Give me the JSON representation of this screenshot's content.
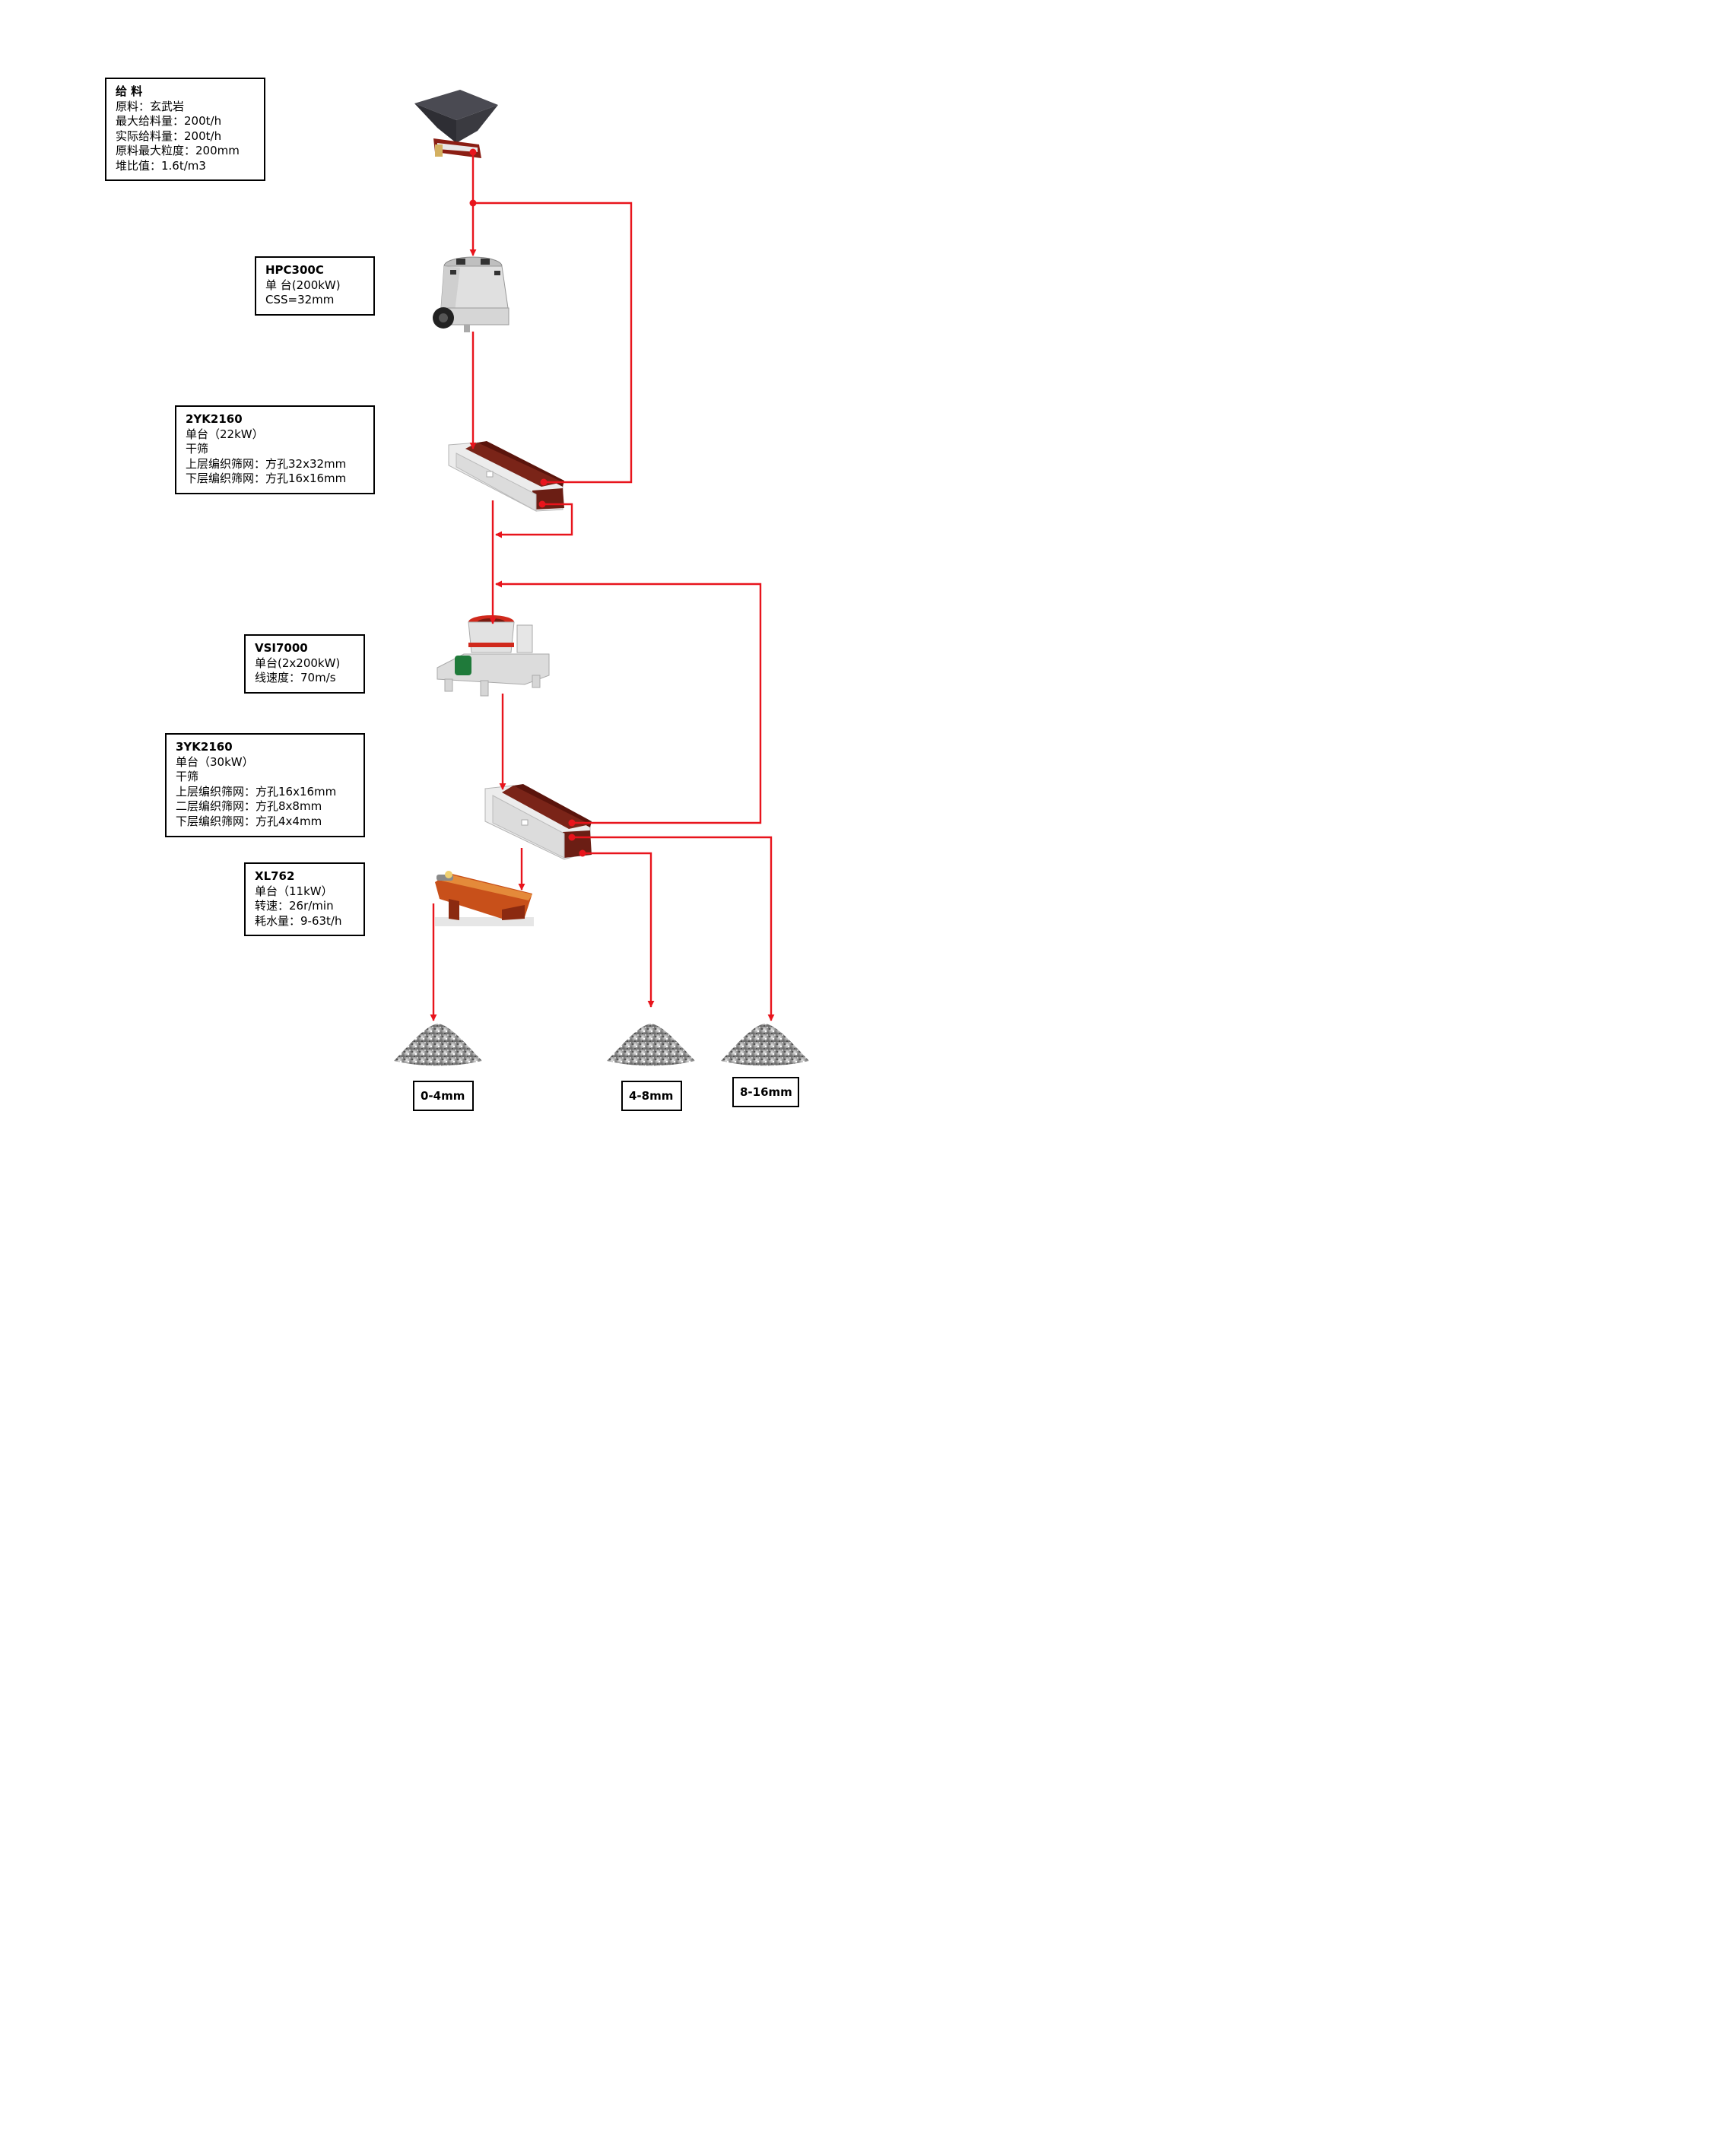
{
  "boxes": {
    "feed": {
      "title": "给 料",
      "lines": [
        "原料：玄武岩",
        "最大给料量：200t/h",
        "实际给料量：200t/h",
        "原料最大粒度：200mm",
        "堆比值：1.6t/m3"
      ]
    },
    "hpc": {
      "title": "HPC300C",
      "lines": [
        "单 台(200kW)",
        "CSS=32mm"
      ]
    },
    "screen1": {
      "title": "2YK2160",
      "lines": [
        "单台（22kW）",
        "干筛",
        "上层编织筛网：方孔32x32mm",
        "下层编织筛网：方孔16x16mm"
      ]
    },
    "vsi": {
      "title": "VSI7000",
      "lines": [
        "单台(2x200kW)",
        "线速度：70m/s"
      ]
    },
    "screen2": {
      "title": "3YK2160",
      "lines": [
        "单台（30kW）",
        "干筛",
        "上层编织筛网：方孔16x16mm",
        "二层编织筛网：方孔8x8mm",
        "下层编织筛网：方孔4x4mm"
      ]
    },
    "washer": {
      "title": "XL762",
      "lines": [
        "单台（11kW）",
        "转速：26r/min",
        "耗水量：9-63t/h"
      ]
    }
  },
  "products": [
    "0-4mm",
    "4-8mm",
    "8-16mm"
  ],
  "colors": {
    "flow": "#e8141c",
    "hopper": "#3a3a40",
    "screen_body": "#6b1e14",
    "machine_gray": "#d9d9d9",
    "vsi_ring": "#d0291c",
    "motor_green": "#1f7a3a",
    "washer": "#c8501a"
  }
}
